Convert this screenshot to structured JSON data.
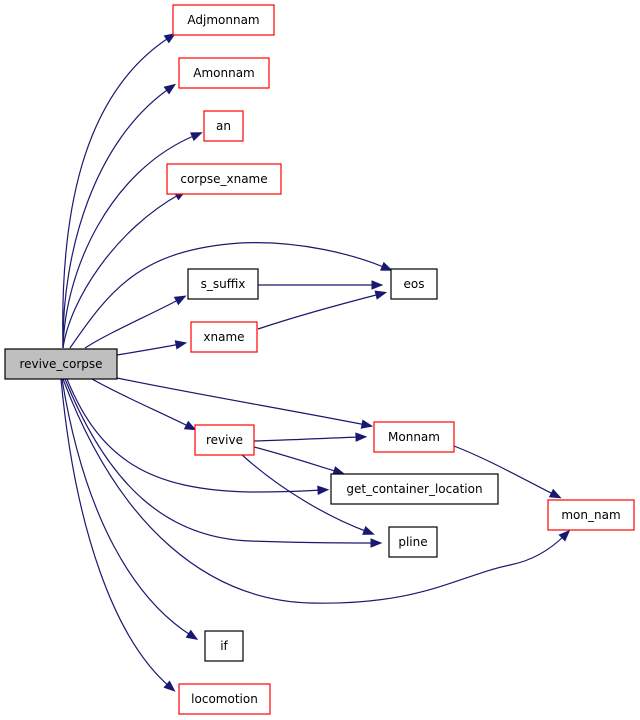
{
  "diagram": {
    "type": "call-graph",
    "colors": {
      "edge": "#191970",
      "linked_border": "#ff0000",
      "plain_border": "#000000",
      "root_fill": "#bfbfbf",
      "background": "#ffffff"
    },
    "nodes": {
      "revive_corpse": {
        "label": "revive_corpse",
        "style": "root"
      },
      "adjmonnam": {
        "label": "Adjmonnam",
        "style": "red"
      },
      "amonnam": {
        "label": "Amonnam",
        "style": "red"
      },
      "an": {
        "label": "an",
        "style": "red"
      },
      "corpse_xname": {
        "label": "corpse_xname",
        "style": "red"
      },
      "s_suffix": {
        "label": "s_suffix",
        "style": "black"
      },
      "eos": {
        "label": "eos",
        "style": "black"
      },
      "xname": {
        "label": "xname",
        "style": "red"
      },
      "revive": {
        "label": "revive",
        "style": "red"
      },
      "monnam": {
        "label": "Monnam",
        "style": "red"
      },
      "get_container_location": {
        "label": "get_container_location",
        "style": "black"
      },
      "pline": {
        "label": "pline",
        "style": "black"
      },
      "mon_nam": {
        "label": "mon_nam",
        "style": "red"
      },
      "if": {
        "label": "if",
        "style": "black"
      },
      "locomotion": {
        "label": "locomotion",
        "style": "red"
      }
    },
    "edges": [
      {
        "from": "revive_corpse",
        "to": "adjmonnam"
      },
      {
        "from": "revive_corpse",
        "to": "amonnam"
      },
      {
        "from": "revive_corpse",
        "to": "an"
      },
      {
        "from": "revive_corpse",
        "to": "corpse_xname"
      },
      {
        "from": "revive_corpse",
        "to": "eos"
      },
      {
        "from": "revive_corpse",
        "to": "s_suffix"
      },
      {
        "from": "revive_corpse",
        "to": "xname"
      },
      {
        "from": "revive_corpse",
        "to": "monnam"
      },
      {
        "from": "revive_corpse",
        "to": "revive"
      },
      {
        "from": "revive_corpse",
        "to": "get_container_location"
      },
      {
        "from": "revive_corpse",
        "to": "pline"
      },
      {
        "from": "revive_corpse",
        "to": "mon_nam"
      },
      {
        "from": "revive_corpse",
        "to": "if"
      },
      {
        "from": "revive_corpse",
        "to": "locomotion"
      },
      {
        "from": "s_suffix",
        "to": "eos"
      },
      {
        "from": "xname",
        "to": "eos"
      },
      {
        "from": "revive",
        "to": "monnam"
      },
      {
        "from": "revive",
        "to": "get_container_location"
      },
      {
        "from": "revive",
        "to": "pline"
      },
      {
        "from": "monnam",
        "to": "mon_nam"
      }
    ]
  }
}
